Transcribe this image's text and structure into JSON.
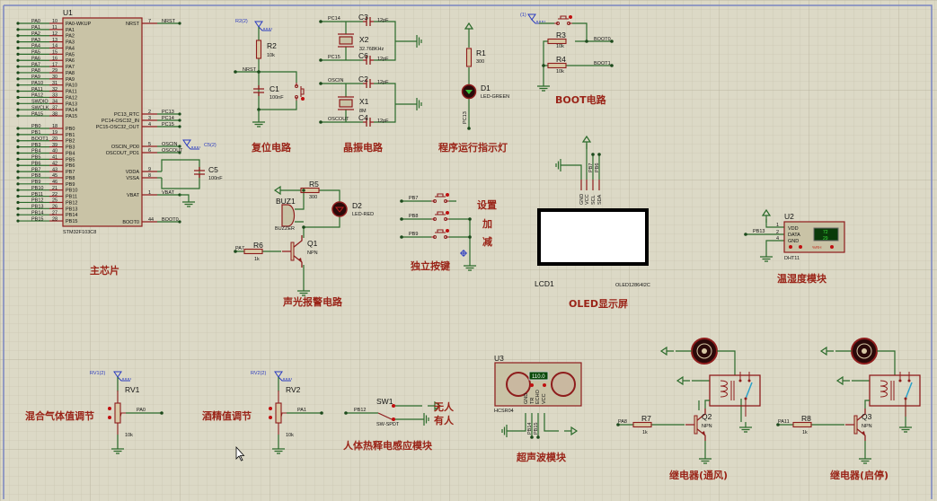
{
  "colors": {
    "wire": "#2a6a2a",
    "component": "#8e1c1c",
    "label": "#9a2418",
    "probe": "#2a3ac0",
    "background": "#dcd9c6"
  },
  "u1": {
    "ref": "U1",
    "part": "STM32F103C8",
    "section_label": "主芯片",
    "left_pins": [
      {
        "net": "PA0",
        "num": "10",
        "name": "PA0-WKUP"
      },
      {
        "net": "PA1",
        "num": "11",
        "name": "PA1"
      },
      {
        "net": "PA2",
        "num": "12",
        "name": "PA2"
      },
      {
        "net": "PA3",
        "num": "13",
        "name": "PA3"
      },
      {
        "net": "PA4",
        "num": "14",
        "name": "PA4"
      },
      {
        "net": "PA5",
        "num": "15",
        "name": "PA5"
      },
      {
        "net": "PA6",
        "num": "16",
        "name": "PA6"
      },
      {
        "net": "PA7",
        "num": "17",
        "name": "PA7"
      },
      {
        "net": "PA8",
        "num": "29",
        "name": "PA8"
      },
      {
        "net": "PA9",
        "num": "30",
        "name": "PA9"
      },
      {
        "net": "PA10",
        "num": "31",
        "name": "PA10"
      },
      {
        "net": "PA11",
        "num": "32",
        "name": "PA11"
      },
      {
        "net": "PA12",
        "num": "33",
        "name": "PA12"
      },
      {
        "net": "SWDIO",
        "num": "34",
        "name": "PA13"
      },
      {
        "net": "SWCLK",
        "num": "37",
        "name": "PA14"
      },
      {
        "net": "PA15",
        "num": "38",
        "name": "PA15"
      },
      {
        "net": "PB0",
        "num": "18",
        "name": "PB0"
      },
      {
        "net": "PB1",
        "num": "19",
        "name": "PB1"
      },
      {
        "net": "BOOT1",
        "num": "20",
        "name": "PB2"
      },
      {
        "net": "PB3",
        "num": "39",
        "name": "PB3"
      },
      {
        "net": "PB4",
        "num": "40",
        "name": "PB4"
      },
      {
        "net": "PB5",
        "num": "41",
        "name": "PB5"
      },
      {
        "net": "PB6",
        "num": "42",
        "name": "PB6"
      },
      {
        "net": "PB7",
        "num": "43",
        "name": "PB7"
      },
      {
        "net": "PB8",
        "num": "45",
        "name": "PB8"
      },
      {
        "net": "PB9",
        "num": "46",
        "name": "PB9"
      },
      {
        "net": "PB10",
        "num": "21",
        "name": "PB10"
      },
      {
        "net": "PB11",
        "num": "22",
        "name": "PB11"
      },
      {
        "net": "PB12",
        "num": "25",
        "name": "PB12"
      },
      {
        "net": "PB13",
        "num": "26",
        "name": "PB13"
      },
      {
        "net": "PB14",
        "num": "27",
        "name": "PB14"
      },
      {
        "net": "PB15",
        "num": "28",
        "name": "PB15"
      }
    ],
    "right_pins": [
      {
        "net": "NRST",
        "num": "7",
        "name": "NRST"
      },
      {
        "net": "PC13",
        "num": "2",
        "name": "PC13_RTC"
      },
      {
        "net": "PC14",
        "num": "3",
        "name": "PC14-OSC32_IN"
      },
      {
        "net": "PC15",
        "num": "4",
        "name": "PC15-OSC32_OUT"
      },
      {
        "net": "OSCIN",
        "num": "5",
        "name": "OSCIN_PD0"
      },
      {
        "net": "OSCOUT",
        "num": "6",
        "name": "OSCOUT_PD1"
      },
      {
        "net": "",
        "num": "9",
        "name": "VDDA"
      },
      {
        "net": "",
        "num": "8",
        "name": "VSSA"
      },
      {
        "net": "VBAT",
        "num": "1",
        "name": "VBAT"
      },
      {
        "net": "BOOT0",
        "num": "44",
        "name": "BOOT0"
      }
    ],
    "c5": {
      "ref": "C5",
      "value": "100nF",
      "probe": "C5(2)"
    }
  },
  "reset": {
    "probe": "R2(2)",
    "r_ref": "R2",
    "r_val": "10k",
    "net": "NRST",
    "c_ref": "C1",
    "c_val": "100nF",
    "label": "复位电路"
  },
  "crystal": {
    "pc14": "PC14",
    "pc15": "PC15",
    "oscin": "OSCIN",
    "oscout": "OSCOUT",
    "c3": "C3",
    "c6": "C6",
    "c2": "C2",
    "c4": "C4",
    "cap_val": "12pF",
    "x2": "X2",
    "x2_val": "32.768KHz",
    "x1": "X1",
    "x1_val": "8M",
    "label": "晶振电路"
  },
  "led": {
    "r_ref": "R1",
    "r_val": "300",
    "d_ref": "D1",
    "d_val": "LED-GREEN",
    "net": "PC13",
    "label": "程序运行指示灯"
  },
  "boot": {
    "probe": "(1)",
    "r3": "R3",
    "r4": "R4",
    "r_val": "10k",
    "net0": "BOOT0",
    "net1": "BOOT1",
    "label": "BOOT电路"
  },
  "alarm": {
    "r5": "R5",
    "r5_val": "300",
    "d2": "D2",
    "d2_val": "LED-RED",
    "buz": "BUZ1",
    "buz_val": "BUZZER",
    "q1": "Q1",
    "q_type": "NPN",
    "r6": "R6",
    "r6_val": "1k",
    "net": "PA7",
    "label": "声光报警电路"
  },
  "keys": {
    "nets": [
      "PB7",
      "PB8",
      "PB9"
    ],
    "labels": [
      "设置",
      "加",
      "减"
    ],
    "label": "独立按键"
  },
  "oled": {
    "pins": [
      "GND",
      "VCC",
      "SCL",
      "SDA"
    ],
    "nets": [
      "PB7",
      "PB6"
    ],
    "ref": "LCD1",
    "part": "OLED12864I2C",
    "label": "OLED显示屏"
  },
  "dht": {
    "ref": "U2",
    "pins": [
      "VDD",
      "DATA",
      "GND"
    ],
    "pin_nums": [
      "1",
      "2",
      "4"
    ],
    "net": "PB13",
    "part": "DHT11",
    "readout": [
      "72",
      "29"
    ],
    "unit": "%RH",
    "label": "温湿度模块"
  },
  "rv1": {
    "probe": "RV1(2)",
    "ref": "RV1",
    "val": "10k",
    "net": "PA0",
    "label": "混合气体值调节"
  },
  "rv2": {
    "probe": "RV2(2)",
    "ref": "RV2",
    "val": "10k",
    "net": "PA1",
    "label": "酒精值调节"
  },
  "sw1": {
    "ref": "SW1",
    "part": "SW-SPDT",
    "net": "PB12",
    "out1": "无人",
    "out2": "有人",
    "label": "人体热释电感应模块"
  },
  "ultra": {
    "ref": "U3",
    "part": "HCSR04",
    "display": "110.0",
    "pins": [
      "GND",
      "TR",
      "ECHO",
      "VCC"
    ],
    "nets": [
      "PB14",
      "PB15"
    ],
    "label": "超声波模块"
  },
  "relay1": {
    "r": "R7",
    "r_val": "1k",
    "q": "Q2",
    "q_type": "NPN",
    "net": "PA8",
    "label": "继电器(通风)"
  },
  "relay2": {
    "r": "R8",
    "r_val": "1k",
    "q": "Q3",
    "q_type": "NPN",
    "net": "PA11",
    "label": "继电器(启停)"
  }
}
